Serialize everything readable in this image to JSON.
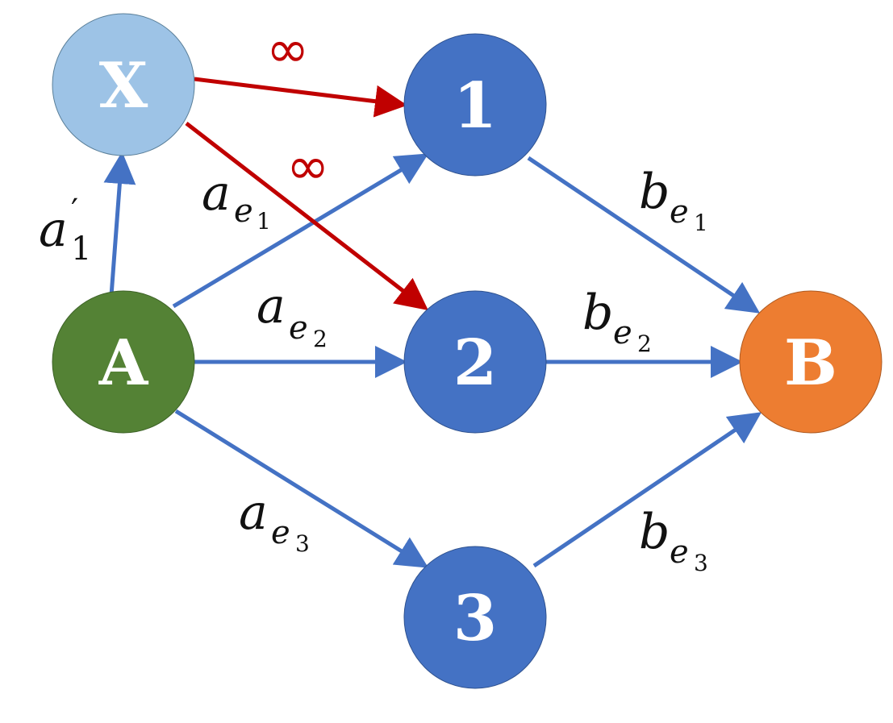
{
  "nodes": {
    "X": {
      "label": "X",
      "color": "#9dc3e6"
    },
    "A": {
      "label": "A",
      "color": "#548235"
    },
    "n1": {
      "label": "1",
      "color": "#4472c4"
    },
    "n2": {
      "label": "2",
      "color": "#4472c4"
    },
    "n3": {
      "label": "3",
      "color": "#4472c4"
    },
    "B": {
      "label": "B",
      "color": "#ed7d31"
    }
  },
  "edges": {
    "A_X": {
      "from": "A",
      "to": "X",
      "color": "#4472c4",
      "label_base": "a",
      "label_sub": "1",
      "label_prime": "′"
    },
    "A_1": {
      "from": "A",
      "to": "1",
      "color": "#4472c4",
      "label_base": "a",
      "label_sub": "e",
      "label_subsub": "1"
    },
    "A_2": {
      "from": "A",
      "to": "2",
      "color": "#4472c4",
      "label_base": "a",
      "label_sub": "e",
      "label_subsub": "2"
    },
    "A_3": {
      "from": "A",
      "to": "3",
      "color": "#4472c4",
      "label_base": "a",
      "label_sub": "e",
      "label_subsub": "3"
    },
    "n1_B": {
      "from": "1",
      "to": "B",
      "color": "#4472c4",
      "label_base": "b",
      "label_sub": "e",
      "label_subsub": "1"
    },
    "n2_B": {
      "from": "2",
      "to": "B",
      "color": "#4472c4",
      "label_base": "b",
      "label_sub": "e",
      "label_subsub": "2"
    },
    "n3_B": {
      "from": "3",
      "to": "B",
      "color": "#4472c4",
      "label_base": "b",
      "label_sub": "e",
      "label_subsub": "3"
    },
    "X_1": {
      "from": "X",
      "to": "1",
      "color": "#c00000",
      "label": "∞"
    },
    "X_2": {
      "from": "X",
      "to": "2",
      "color": "#c00000",
      "label": "∞"
    }
  }
}
